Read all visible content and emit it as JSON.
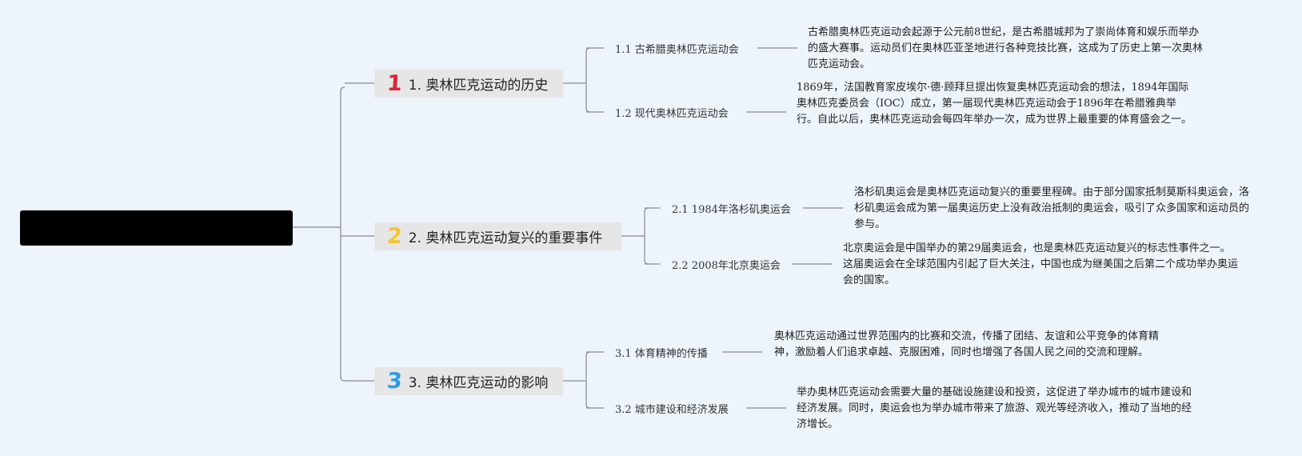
{
  "root": {
    "label": ""
  },
  "branches": [
    {
      "number": "1",
      "title": "1. 奥林匹克运动的历史",
      "color": "#d8263c",
      "children": [
        {
          "label": "1.1 古希腊奥林匹克运动会",
          "description": "古希腊奥林匹克运动会起源于公元前8世纪，是古希腊城邦为了崇尚体育和娱乐而举办的盛大赛事。运动员们在奥林匹亚圣地进行各种竞技比赛，这成为了历史上第一次奥林匹克运动会。"
        },
        {
          "label": "1.2 现代奥林匹克运动会",
          "description": "1869年，法国教育家皮埃尔·德·顾拜旦提出恢复奥林匹克运动会的想法，1894年国际奥林匹克委员会（IOC）成立，第一届现代奥林匹克运动会于1896年在希腊雅典举行。自此以后，奥林匹克运动会每四年举办一次，成为世界上最重要的体育盛会之一。"
        }
      ]
    },
    {
      "number": "2",
      "title": "2. 奥林匹克运动复兴的重要事件",
      "color": "#f4c531",
      "children": [
        {
          "label": "2.1 1984年洛杉矶奥运会",
          "description": "洛杉矶奥运会是奥林匹克运动复兴的重要里程碑。由于部分国家抵制莫斯科奥运会，洛杉矶奥运会成为第一届奥运历史上没有政治抵制的奥运会，吸引了众多国家和运动员的参与。"
        },
        {
          "label": "2.2 2008年北京奥运会",
          "description": "北京奥运会是中国举办的第29届奥运会，也是奥林匹克运动复兴的标志性事件之一。这届奥运会在全球范围内引起了巨大关注，中国也成为继美国之后第二个成功举办奥运会的国家。"
        }
      ]
    },
    {
      "number": "3",
      "title": "3. 奥林匹克运动的影响",
      "color": "#2f9be0",
      "children": [
        {
          "label": "3.1 体育精神的传播",
          "description": "奥林匹克运动通过世界范围内的比赛和交流，传播了团结、友谊和公平竞争的体育精神，激励着人们追求卓越、克服困难，同时也增强了各国人民之间的交流和理解。"
        },
        {
          "label": "3.2 城市建设和经济发展",
          "description": "举办奥林匹克运动会需要大量的基础设施建设和投资，这促进了举办城市的城市建设和经济发展。同时，奥运会也为举办城市带来了旅游、观光等经济收入，推动了当地的经济增长。"
        }
      ]
    }
  ]
}
